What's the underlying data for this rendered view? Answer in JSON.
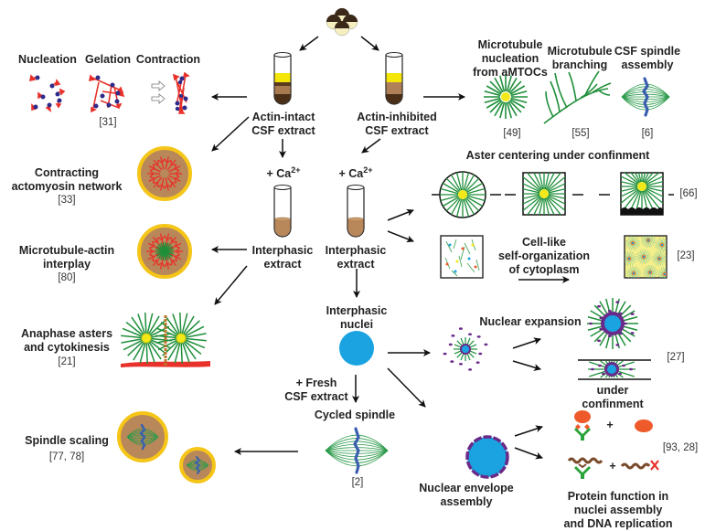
{
  "colors": {
    "actin": "#e8312a",
    "myosin": "#2d2a8a",
    "microtubule": "#1f8f3a",
    "centrosome": "#f2e81a",
    "extract_brown": "#b8875a",
    "dark_brown": "#5a3a1e",
    "droplet_border": "#f5c518",
    "nucleus": "#1aa3e0",
    "nuclear_envelope": "#6a2a8a",
    "chromosome": "#3a5fb0",
    "protein_orange": "#ee5a2a",
    "dna_brown": "#7a4a2a",
    "arrow": "#111111"
  },
  "top": {
    "eggs_icon": "frog-eggs-icon"
  },
  "tubes": {
    "actin_intact": "Actin-intact\nCSF extract",
    "actin_inhibited": "Actin-inhibited\nCSF extract",
    "calcium_left": "+ Ca",
    "calcium_right": "+ Ca",
    "calcium_sup": "2+",
    "interphasic_left": "Interphasic\nextract",
    "interphasic_right": "Interphasic\nextract"
  },
  "actin_processes": {
    "nucleation": "Nucleation",
    "gelation": "Gelation",
    "contraction": "Contraction",
    "ref": "[31]"
  },
  "microtubule_processes": {
    "nucleation": "Microtubule\nnucleation\nfrom aMTOCs",
    "nucleation_ref": "[49]",
    "branching": "Microtubule\nbranching",
    "branching_ref": "[55]",
    "spindle": "CSF spindle\nassembly",
    "spindle_ref": "[6]"
  },
  "left_column": {
    "contracting": "Contracting\nactomyosin network",
    "contracting_ref": "[33]",
    "mt_actin": "Microtubule-actin\ninterplay",
    "mt_actin_ref": "[80]",
    "anaphase": "Anaphase asters\nand cytokinesis",
    "anaphase_ref": "[21]",
    "spindle_scaling": "Spindle scaling",
    "spindle_scaling_ref": "[77, 78]"
  },
  "aster_centering": {
    "title": "Aster centering under confinment",
    "ref": "[66]"
  },
  "self_organization": {
    "label": "Cell-like\nself-organization\nof cytoplasm",
    "ref": "[23]"
  },
  "nuclei": {
    "label": "Interphasic\nnuclei",
    "fresh": "+ Fresh\nCSF extract",
    "cycled_spindle": "Cycled spindle",
    "cycled_ref": "[2]",
    "envelope": "Nuclear envelope\nassembly"
  },
  "nuclear_expansion": {
    "title": "Nuclear expansion",
    "confinement": "under confinment",
    "ref": "[27]"
  },
  "protein_function": {
    "label": "Protein function in\nnuclei assembly\nand DNA replication",
    "plus": "+",
    "ref": "[93, 28]"
  }
}
